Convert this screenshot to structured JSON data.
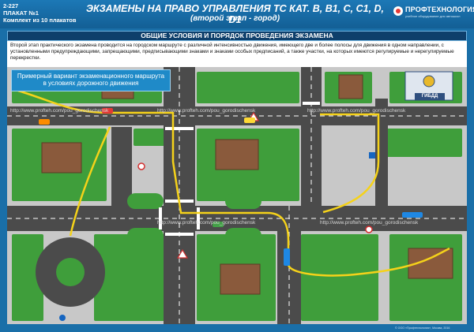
{
  "header": {
    "poster_number": "2-227",
    "poster_label": "ПЛАКАТ №1",
    "set_info": "Комплект из 10 плакатов",
    "title": "ЭКЗАМЕНЫ НА ПРАВО УПРАВЛЕНИЯ ТС КАТ. B, B1, C, C1, D, D1",
    "subtitle": "(второй этап - город)",
    "logo_name": "ПРОФТЕХНОЛОГИЯ",
    "logo_tagline": "учебное оборудование для автошкол"
  },
  "section": {
    "heading": "ОБЩИЕ УСЛОВИЯ И ПОРЯДОК ПРОВЕДЕНИЯ ЭКЗАМЕНА",
    "description": "Второй этап практического экзамена проводится на городском маршруте с различной интенсивностью движения, имеющего две и более полосы для движения в одном направлении, с установленными предупреждающими, запрещающими, предписывающими знаками и знаками особых предписаний, а также участки, на которых имеются регулируемые и нерегулируемые перекрестки."
  },
  "map": {
    "route_caption": "Примерный вариант экзаменационного маршрута в условиях дорожного движения",
    "watermark": "http://www.profteh.com/pou_gorodischensk",
    "building_label": "ГИБДД"
  },
  "footer": {
    "copyright": "© ООО «Профтехнология», Москва, 2016"
  },
  "colors": {
    "header_blue": "#1a6fa8",
    "section_bar": "#0e3f6b",
    "grass": "#3f9e3b",
    "road": "#4b4b4b",
    "sidewalk": "#c8c8c8",
    "route_line": "#f5d21a",
    "roof": "#8a5a3c"
  }
}
